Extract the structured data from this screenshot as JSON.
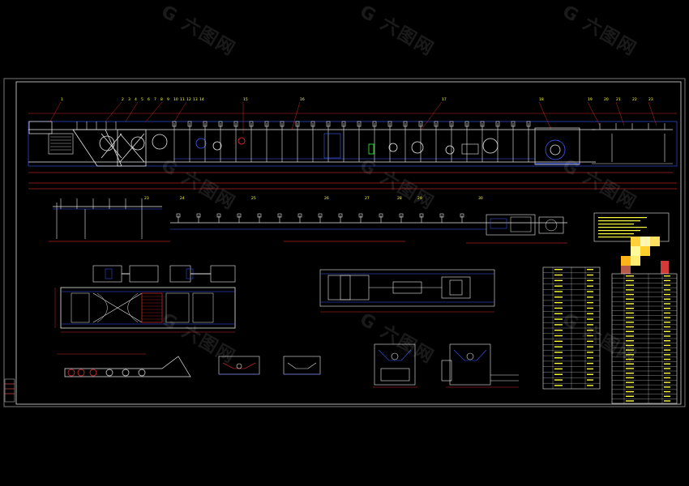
{
  "drawing": {
    "colors": {
      "background": "#000000",
      "frame": "#ffffff",
      "line_white": "#e8e8e8",
      "line_blue": "#3c5cff",
      "line_red": "#ff3030",
      "line_yellow": "#ffff40",
      "line_green": "#30ff30",
      "line_cyan": "#30e0ff",
      "line_magenta": "#ff40ff"
    },
    "balloon_numbers_top": [
      "1",
      "2",
      "3",
      "4",
      "5",
      "6",
      "7",
      "8",
      "9",
      "10",
      "11",
      "12",
      "13",
      "14",
      "15",
      "16",
      "17",
      "18",
      "19",
      "20",
      "21",
      "22",
      "23"
    ],
    "balloon_numbers_mid": [
      "23",
      "24",
      "25",
      "26",
      "27",
      "28",
      "29",
      "30"
    ],
    "view_labels": {
      "plan_view": "",
      "section_a": "",
      "side_view_1": "",
      "side_view_2": ""
    },
    "notes_box": {
      "heading": "",
      "icons": [
        "color-swatch-icon"
      ]
    },
    "tables": {
      "left_table_heading": "",
      "right_table_heading": ""
    },
    "watermark": "G 六图网"
  }
}
